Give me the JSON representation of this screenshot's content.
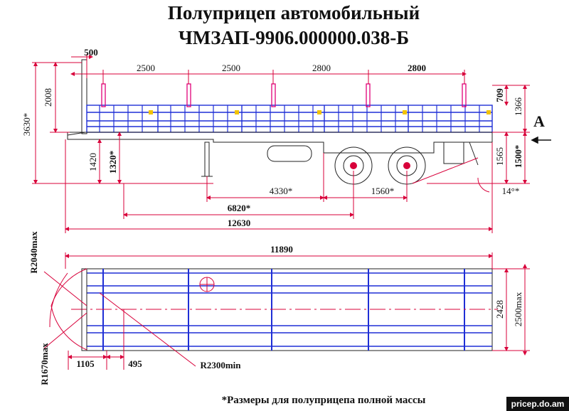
{
  "title": {
    "line1": "Полуприцеп автомобильный",
    "line2": "ЧМЗАП-9906.000000.038-Б"
  },
  "side_view": {
    "top_dims": [
      "500",
      "2500",
      "2500",
      "2800",
      "2800"
    ],
    "dim_height_total": "3630*",
    "dim_front_wall": "2008",
    "dim_right_709": "709",
    "dim_right_1366": "1366",
    "dim_right_1565": "1565",
    "dim_right_1500": "1500*",
    "dim_1420": "1420",
    "dim_1320": "1320*",
    "dim_4330": "4330*",
    "dim_1560": "1560*",
    "dim_6820": "6820*",
    "dim_12630": "12630",
    "angle": "14°*",
    "view_label": "A"
  },
  "top_view": {
    "dim_11890": "11890",
    "r_front": "R2040max",
    "r_lower": "R1670max",
    "r_turn": "R2300min",
    "dim_1105": "1105",
    "dim_495": "495",
    "dim_2428": "2428",
    "dim_2500": "2500max"
  },
  "footnote": "*Размеры для полуприцепа полной массы",
  "watermark": "pricep.do.am",
  "colors": {
    "dimension_lines": "#d8003a",
    "body": "#1f2fd6",
    "outline": "#222222"
  }
}
